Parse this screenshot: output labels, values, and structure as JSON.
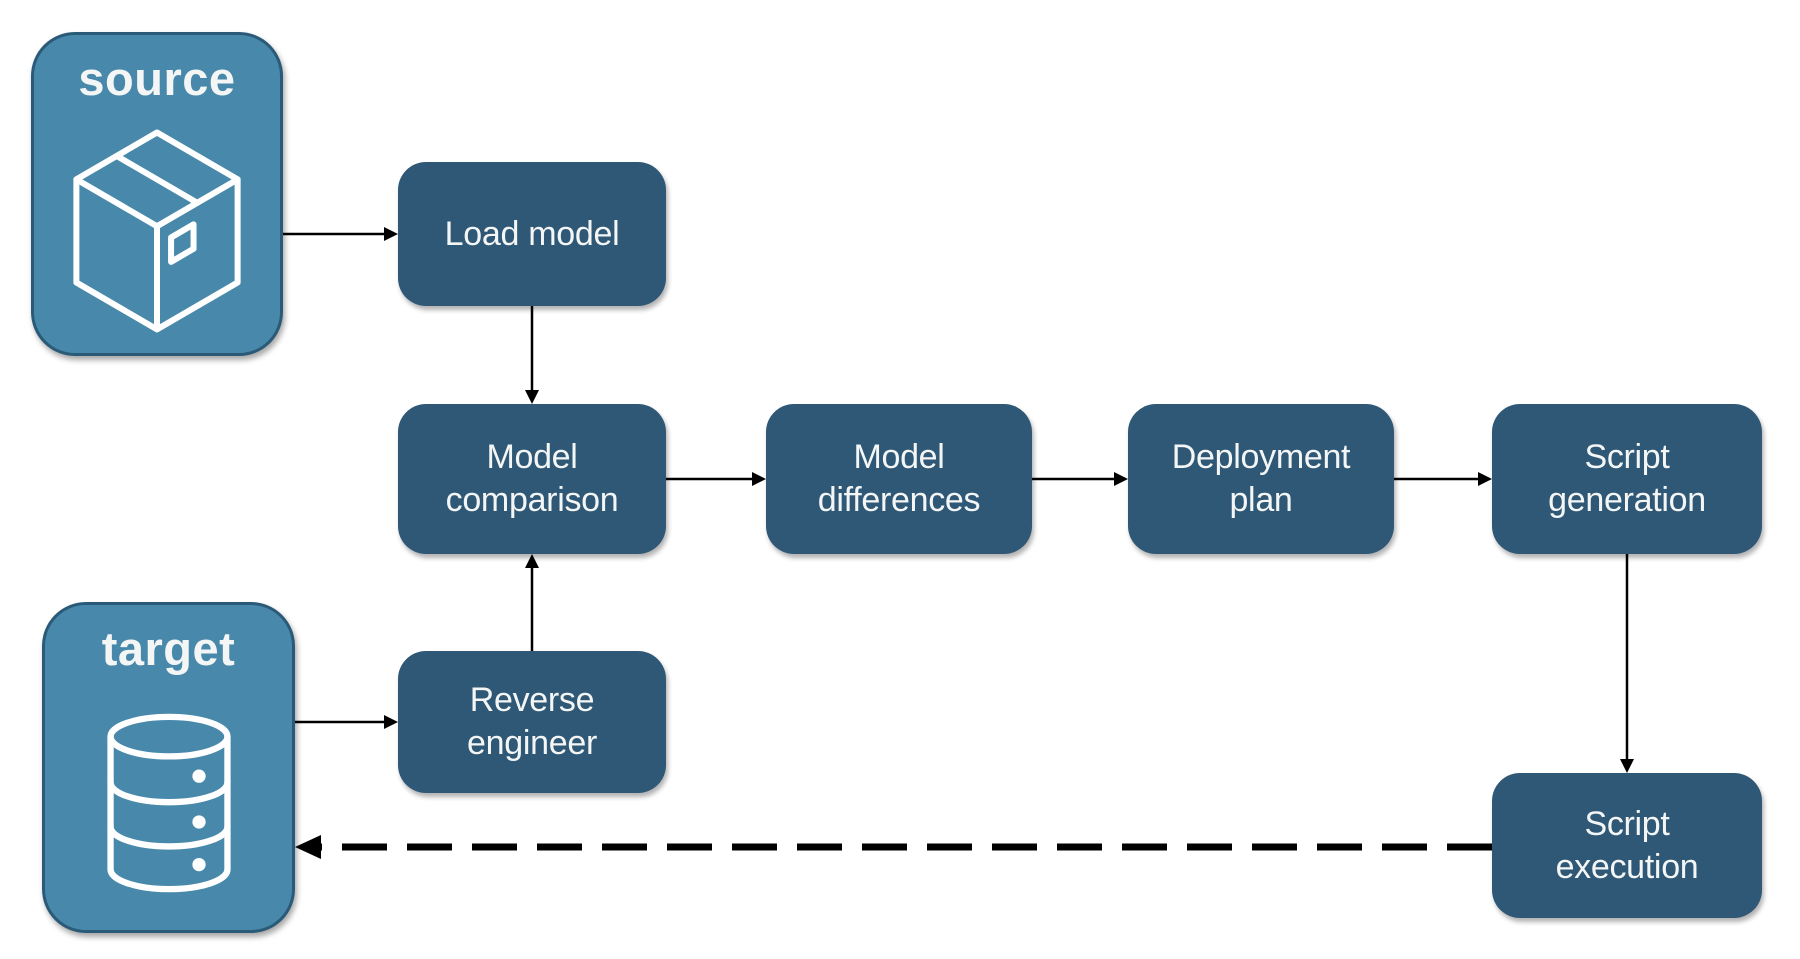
{
  "colors": {
    "canvas_bg": "#ffffff",
    "node_fill": "#2F5876",
    "endpoint_fill": "#4889AB",
    "endpoint_border": "#2A5A78",
    "arrow": "#000000",
    "label_text": "#f4f6f6"
  },
  "endpoints": {
    "source": {
      "label": "source",
      "icon": "package-icon"
    },
    "target": {
      "label": "target",
      "icon": "database-icon"
    }
  },
  "nodes": {
    "load_model": {
      "label": "Load model"
    },
    "model_comparison": {
      "label": "Model\ncomparison"
    },
    "model_differences": {
      "label": "Model\ndifferences"
    },
    "deployment_plan": {
      "label": "Deployment\nplan"
    },
    "script_generation": {
      "label": "Script\ngeneration"
    },
    "reverse_engineer": {
      "label": "Reverse\nengineer"
    },
    "script_execution": {
      "label": "Script\nexecution"
    }
  },
  "arrows": [
    {
      "from": "source",
      "to": "load_model",
      "style": "solid"
    },
    {
      "from": "load_model",
      "to": "model_comparison",
      "style": "solid"
    },
    {
      "from": "model_comparison",
      "to": "model_differences",
      "style": "solid"
    },
    {
      "from": "model_differences",
      "to": "deployment_plan",
      "style": "solid"
    },
    {
      "from": "deployment_plan",
      "to": "script_generation",
      "style": "solid"
    },
    {
      "from": "script_generation",
      "to": "script_execution",
      "style": "solid"
    },
    {
      "from": "target",
      "to": "reverse_engineer",
      "style": "solid"
    },
    {
      "from": "reverse_engineer",
      "to": "model_comparison",
      "style": "solid"
    },
    {
      "from": "script_execution",
      "to": "target",
      "style": "dashed"
    }
  ]
}
